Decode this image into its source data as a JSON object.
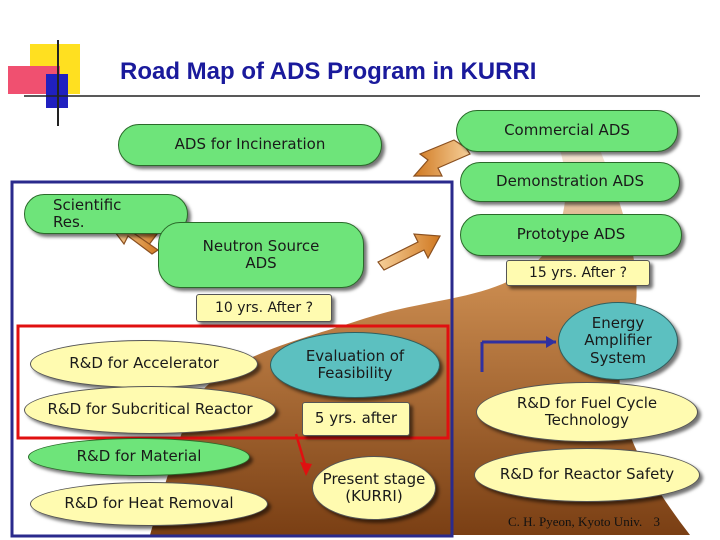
{
  "title": "Road Map of ADS Program in KURRI",
  "nodes": {
    "incineration": "ADS for Incineration",
    "commercial": "Commercial ADS",
    "demonstration": "Demonstration ADS",
    "scientific": "Scientific Res.",
    "neutron": "Neutron Source ADS",
    "prototype": "Prototype ADS",
    "fifteen_years": "15 yrs. After ?",
    "ten_years": "10 yrs. After ?",
    "energy_amplifier": "Energy Amplifier System",
    "rd_accelerator": "R&D for Accelerator",
    "evaluation": "Evaluation of Feasibility",
    "rd_subcritical": "R&D for Subcritical Reactor",
    "five_years": "5 yrs. after",
    "rd_fuel": "R&D for Fuel Cycle Technology",
    "rd_material": "R&D for Material",
    "present_stage": "Present stage (KURRI)",
    "rd_safety": "R&D for Reactor Safety",
    "rd_heat": "R&D for Heat Removal"
  },
  "credit": "C. H. Pyeon, Kyoto Univ.",
  "page_number": "3",
  "colors": {
    "title": "#1a1a9c",
    "node_green": "#6ee47a",
    "node_yellow": "#fffbb0",
    "node_teal": "#5cc0c0",
    "frame_blue": "#2a2a8c",
    "frame_red": "#e01010",
    "arrow_orange": "#e0a040",
    "road_brown": "#9a5a2a"
  }
}
